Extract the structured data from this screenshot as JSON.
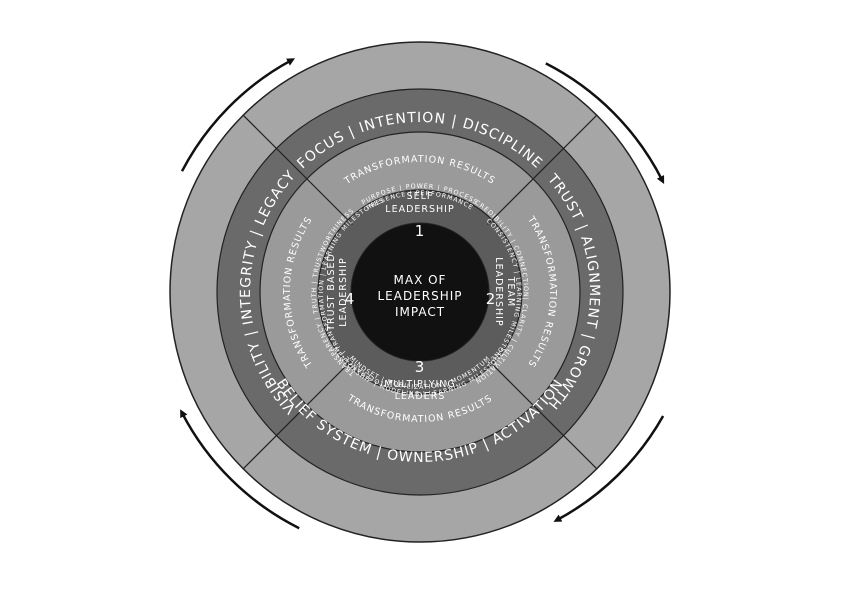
{
  "outer": {
    "top": "FOCUS | INTENTION | DISCIPLINE",
    "right": "TRUST | ALIGNMENT | GROWTH",
    "bottom": "BELIEF SYSTEM | OWNERSHIP | ACTIVATION",
    "left": "VISIBILITY | INTEGRITY | LEGACY"
  },
  "results": {
    "top": "TRANSFORMATION RESULTS",
    "right": "TRANSFORMATION RESULTS",
    "bottom": "TRANSFORMATION RESULTS",
    "left": "TRANSFORMATION RESULTS"
  },
  "practices": {
    "top": [
      "PURPOSE | POWER | PROCESS",
      "PRESENCE | PERFORMANCE"
    ],
    "right": [
      "CREDIBILITY | CONNECTION| CLARITY | CULTIVATION",
      "CONSISTENCY | LEARNING MILESTONES"
    ],
    "bottom": [
      "MINDSET | MOBILIZATION | MOMENTUM",
      "MENTORSHIP | MODELING | LEARNING MILESTONES"
    ],
    "left": [
      "TRANSPARENCY | TRUTH | TRUSTWORTHINESS",
      "TOLERANCE | TRANSFORMATION | LEARNING MILESTONES"
    ]
  },
  "quadrants": {
    "top": {
      "lines": [
        "SELF",
        "LEADERSHIP"
      ],
      "number": "1"
    },
    "right": {
      "lines": [
        "TEAM",
        "LEADERSHIP"
      ],
      "number": "2"
    },
    "bottom": {
      "lines": [
        "MULTIPLYING",
        "LEADERS"
      ],
      "number": "3"
    },
    "left": {
      "lines": [
        "TRUST BASED",
        "LEADERSHIP"
      ],
      "number": "4"
    }
  },
  "center": {
    "lines": [
      "MAX OF",
      "LEADERSHIP",
      "IMPACT"
    ]
  },
  "colors": {
    "outer_ring": "#a6a6a6",
    "results_ring": "#6a6a6a",
    "practices_ring": "#9a9a9a",
    "quadrant_ring": "#5c5c5c",
    "center": "#111111",
    "stroke": "#222222",
    "arrow": "#111111"
  }
}
